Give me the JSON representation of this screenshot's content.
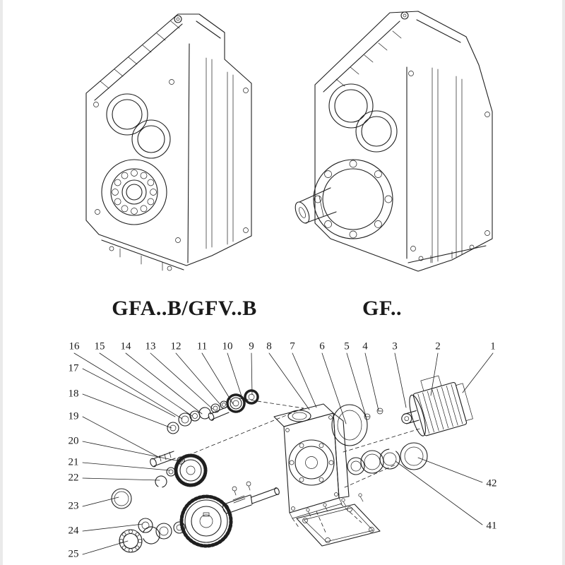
{
  "models": {
    "left": "GFA..B/GFV..B",
    "right": "GF.."
  },
  "exploded": {
    "top_callouts": [
      {
        "label": "16"
      },
      {
        "label": "15"
      },
      {
        "label": "14"
      },
      {
        "label": "13"
      },
      {
        "label": "12"
      },
      {
        "label": "11"
      },
      {
        "label": "10"
      },
      {
        "label": "9"
      },
      {
        "label": "8"
      },
      {
        "label": "7"
      },
      {
        "label": "6"
      },
      {
        "label": "5"
      },
      {
        "label": "4"
      },
      {
        "label": "3"
      },
      {
        "label": "2"
      },
      {
        "label": "1"
      }
    ],
    "left_callouts": [
      {
        "label": "17"
      },
      {
        "label": "18"
      },
      {
        "label": "19"
      },
      {
        "label": "20"
      },
      {
        "label": "21"
      },
      {
        "label": "22"
      },
      {
        "label": "23"
      },
      {
        "label": "24"
      },
      {
        "label": "25"
      }
    ],
    "right_callouts": [
      {
        "label": "42"
      },
      {
        "label": "41"
      }
    ]
  },
  "colors": {
    "line": "#1f1f1f",
    "background": "#ffffff"
  }
}
